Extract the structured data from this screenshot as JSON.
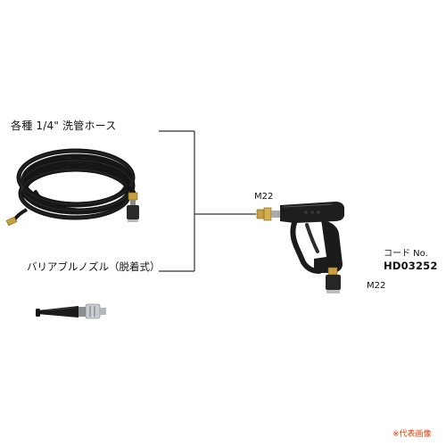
{
  "diagram": {
    "hose_label": "各種 1/4\" 洗管ホース",
    "nozzle_label": "バリアブルノズル（脱着式）",
    "thread_top": "M22",
    "thread_bottom": "M22",
    "code_caption": "コード No.",
    "code_value": "HD03252",
    "note": "※代表画像"
  },
  "colors": {
    "line": "#333333",
    "rubber": "#1a1a1a",
    "brass": "#c8a040",
    "steel": "#9aa0a6",
    "note": "#e03c00"
  }
}
